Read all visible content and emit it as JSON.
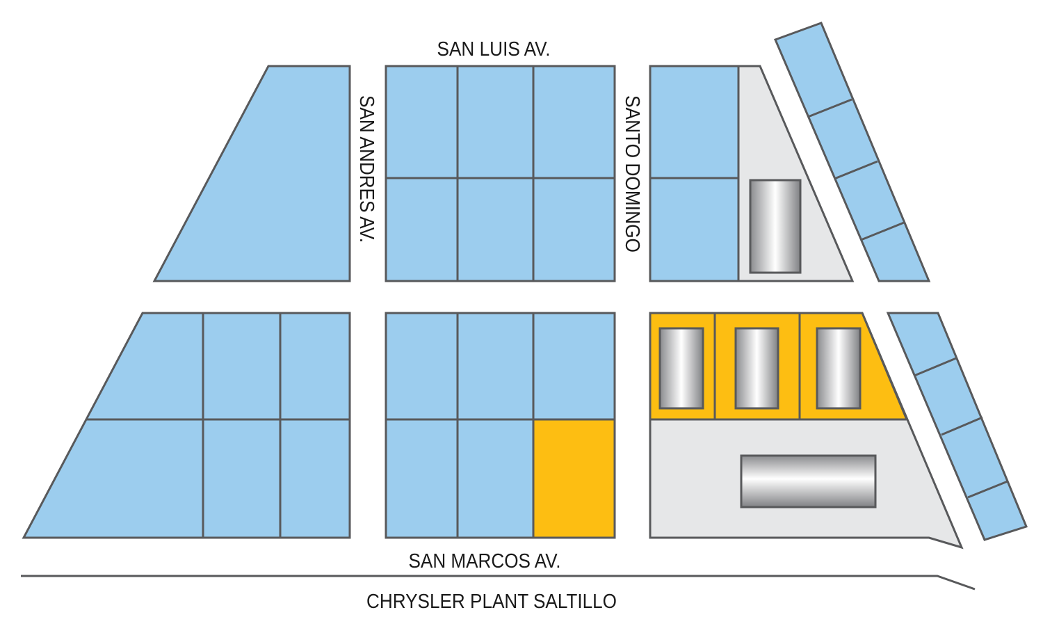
{
  "map": {
    "streets": {
      "top": "SAN LUIS AV.",
      "left_vertical": "SAN ANDRES AV.",
      "right_vertical": "SANTO DOMINGO",
      "bottom": "SAN MARCOS AV."
    },
    "site_label": "CHRYSLER PLANT SALTILLO"
  },
  "colors": {
    "lot": "#9ccdee",
    "highlight": "#fdbe12",
    "plant": "#e6e7e8",
    "outline": "#58595b"
  }
}
